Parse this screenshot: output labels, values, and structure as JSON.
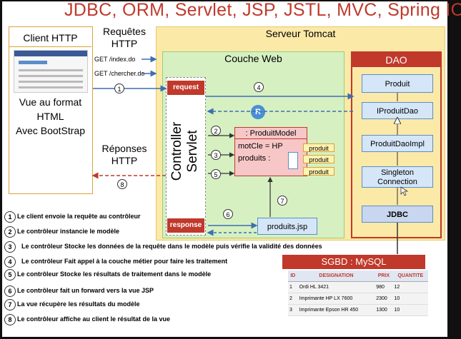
{
  "title": "JDBC, ORM, Servlet, JSP, JSTL, MVC, Spring IOC",
  "client": {
    "title": "Client HTTP",
    "text_lines": [
      "Vue au format",
      "HTML",
      "Avec BootStrap"
    ]
  },
  "requests": {
    "label_lines": [
      "Requêtes",
      "HTTP"
    ],
    "get1": "GET /index.do",
    "get2": "GET /chercher.do"
  },
  "responses": {
    "label_lines": [
      "Réponses",
      "HTTP"
    ]
  },
  "tomcat": {
    "title": "Serveur Tomcat"
  },
  "web": {
    "title": "Couche Web",
    "controller_label": "Controller Servlet",
    "request_btn": "request",
    "response_btn": "response"
  },
  "model": {
    "title": ": ProduitModel",
    "field1": "motCle = HP",
    "field2": "produits :",
    "chip": "produit"
  },
  "jsp": "produits.jsp",
  "r_label": "R",
  "dao": {
    "title": "DAO",
    "items": [
      "Produit",
      "IProduitDao",
      "ProduitDaoImpl",
      "Singleton Connection",
      "JDBC"
    ]
  },
  "numbers": [
    "1",
    "2",
    "3",
    "4",
    "5",
    "6",
    "7",
    "8"
  ],
  "sgbd": {
    "title": "SGBD : MySQL",
    "headers": [
      "ID",
      "DESIGNATION",
      "PRIX",
      "QUANTITE"
    ],
    "rows": [
      [
        "1",
        "Ordi HL 3421",
        "980",
        "12"
      ],
      [
        "2",
        "Imprimante HP LX 7600",
        "2300",
        "10"
      ],
      [
        "3",
        "Imprimante Epson HR 450",
        "1300",
        "10"
      ]
    ]
  },
  "steps": [
    "Le client envoie la requête au contrôleur",
    "Le contrôleur  instancie le modèle",
    "Le contrôleur  Stocke les données de la requête dans le modèle puis vérifie la validité des données",
    "Le contrôleur  Fait appel à la couche métier pour faire les traitement",
    "Le contrôleur  Stocke les résultats de traitement dans le modèle",
    "Le contrôleur  fait un forward vers la vue JSP",
    "La vue récupère les résultats du modèle",
    "Le contrôleur affiche au client le résultat de la vue"
  ],
  "colors": {
    "accent_red": "#c0392b",
    "web_green": "#d6f0c2",
    "tomcat_yellow": "#fbe9a8",
    "dao_blue": "#d4e6f7"
  }
}
